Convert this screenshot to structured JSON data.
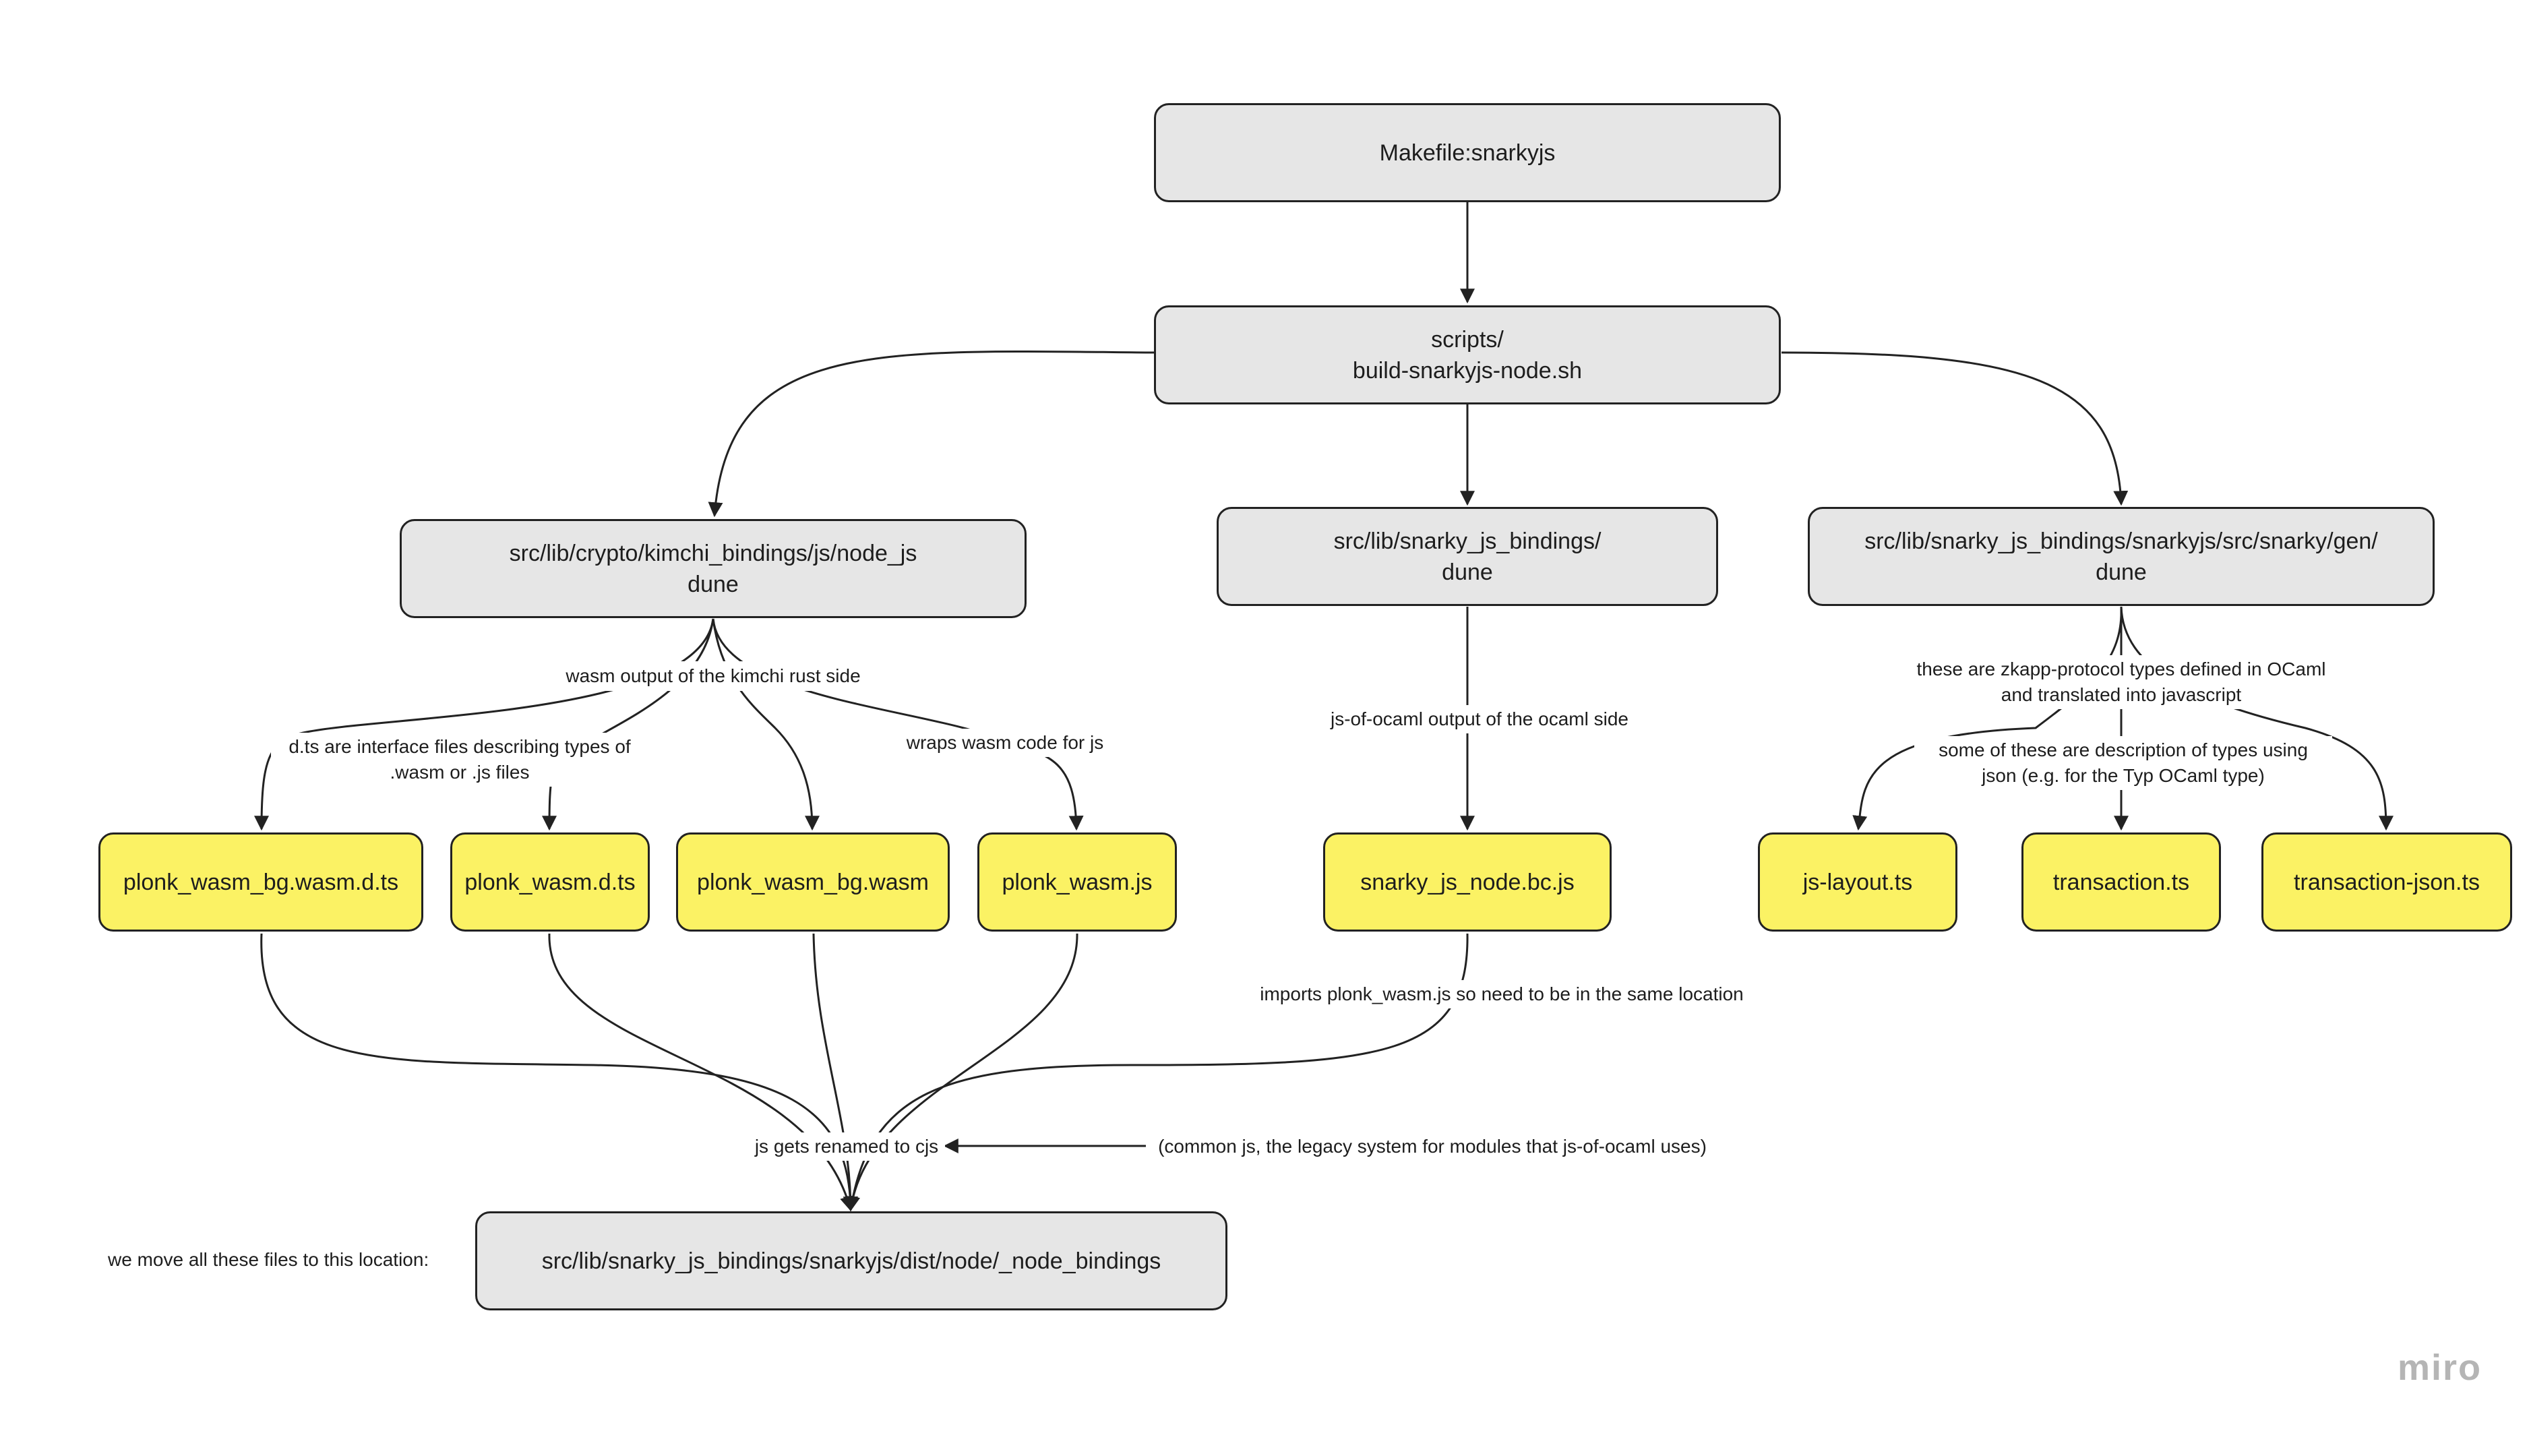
{
  "colors": {
    "process_box": "#e6e6e6",
    "file_box": "#fbf264",
    "border": "#222222",
    "line": "#222222"
  },
  "nodes": {
    "makefile": [
      "Makefile:snarkyjs"
    ],
    "build_script": [
      "scripts/",
      "build-snarkyjs-node.sh"
    ],
    "kimchi_dune": [
      "src/lib/crypto/kimchi_bindings/js/node_js",
      "dune"
    ],
    "snarky_dune": [
      "src/lib/snarky_js_bindings/",
      "dune"
    ],
    "gen_dune": [
      "src/lib/snarky_js_bindings/snarkyjs/src/snarky/gen/",
      "dune"
    ],
    "plonk_wasm_bg_dts": [
      "plonk_wasm_bg.wasm.d.ts"
    ],
    "plonk_wasm_dts": [
      "plonk_wasm.d.ts"
    ],
    "plonk_wasm_bg_wasm": [
      "plonk_wasm_bg.wasm"
    ],
    "plonk_wasm_js": [
      "plonk_wasm.js"
    ],
    "snarky_js_node": [
      "snarky_js_node.bc.js"
    ],
    "js_layout": [
      "js-layout.ts"
    ],
    "transaction": [
      "transaction.ts"
    ],
    "transaction_json": [
      "transaction-json.ts"
    ],
    "node_bindings": [
      "src/lib/snarky_js_bindings/snarkyjs/dist/node/_node_bindings"
    ]
  },
  "labels": {
    "wasm_output": [
      "wasm output of the kimchi rust side"
    ],
    "dts_interface": [
      "d.ts are interface files describing types of",
      ".wasm or .js files"
    ],
    "wraps_wasm": [
      "wraps wasm code for js"
    ],
    "jsoo_output": [
      "js-of-ocaml output of the ocaml side"
    ],
    "zkapp_types": [
      "these are zkapp-protocol types defined in OCaml",
      "and translated into javascript"
    ],
    "json_types": [
      "some of these are description of types using",
      "json (e.g. for the Typ OCaml type)"
    ],
    "imports_plonk": [
      "imports plonk_wasm.js so need to be in the same location"
    ],
    "renamed_cjs": [
      "js gets renamed to cjs"
    ],
    "common_js": [
      "(common js, the legacy system for modules that js-of-ocaml uses)"
    ],
    "move_files": [
      "we move all these files to this location:"
    ]
  },
  "watermark": "miro"
}
